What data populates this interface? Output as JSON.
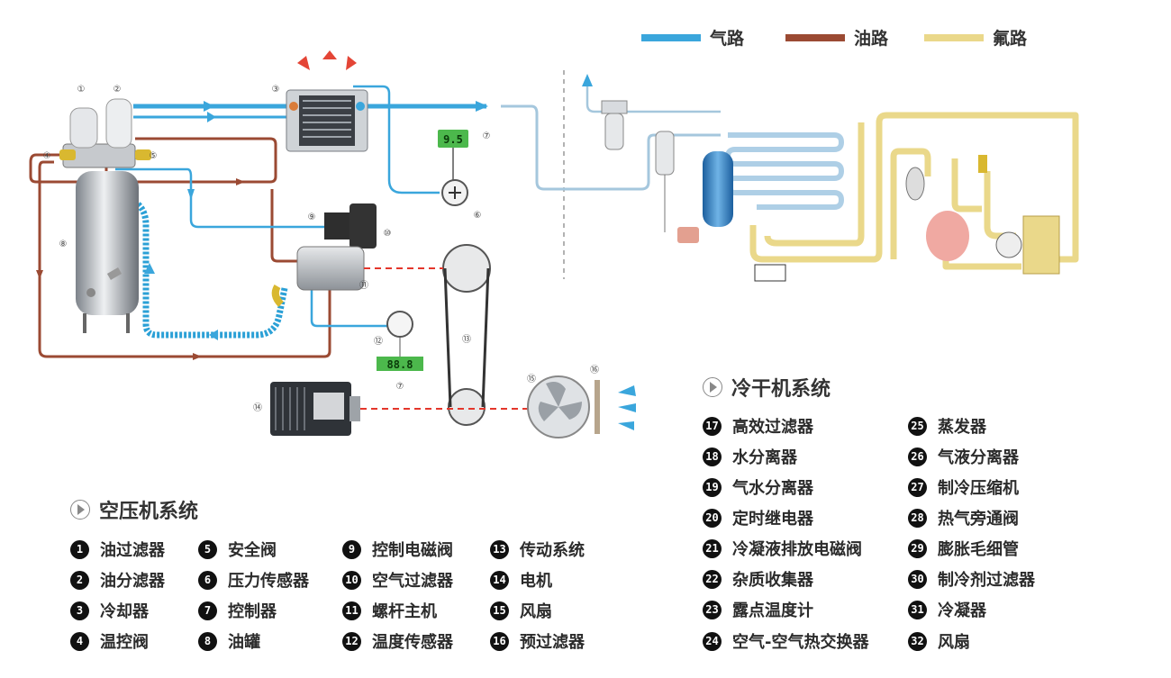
{
  "legend": [
    {
      "label": "气路",
      "color": "#3aa6dc"
    },
    {
      "label": "油路",
      "color": "#9b4a33"
    },
    {
      "label": "氟路",
      "color": "#ead88a"
    }
  ],
  "controller_display": "9.5",
  "temp_display": "88.8",
  "air_compressor": {
    "title": "空压机系统",
    "items": [
      {
        "n": "1",
        "label": "油过滤器"
      },
      {
        "n": "2",
        "label": "油分滤器"
      },
      {
        "n": "3",
        "label": "冷却器"
      },
      {
        "n": "4",
        "label": "温控阀"
      },
      {
        "n": "5",
        "label": "安全阀"
      },
      {
        "n": "6",
        "label": "压力传感器"
      },
      {
        "n": "7",
        "label": "控制器"
      },
      {
        "n": "8",
        "label": "油罐"
      },
      {
        "n": "9",
        "label": "控制电磁阀"
      },
      {
        "n": "10",
        "label": "空气过滤器"
      },
      {
        "n": "11",
        "label": "螺杆主机"
      },
      {
        "n": "12",
        "label": "温度传感器"
      },
      {
        "n": "13",
        "label": "传动系统"
      },
      {
        "n": "14",
        "label": "电机"
      },
      {
        "n": "15",
        "label": "风扇"
      },
      {
        "n": "16",
        "label": "预过滤器"
      }
    ]
  },
  "dryer": {
    "title": "冷干机系统",
    "items": [
      {
        "n": "17",
        "label": "高效过滤器"
      },
      {
        "n": "18",
        "label": "水分离器"
      },
      {
        "n": "19",
        "label": "气水分离器"
      },
      {
        "n": "20",
        "label": "定时继电器"
      },
      {
        "n": "21",
        "label": "冷凝液排放电磁阀"
      },
      {
        "n": "22",
        "label": "杂质收集器"
      },
      {
        "n": "23",
        "label": "露点温度计"
      },
      {
        "n": "24",
        "label": "空气-空气热交换器"
      },
      {
        "n": "25",
        "label": "蒸发器"
      },
      {
        "n": "26",
        "label": "气液分离器"
      },
      {
        "n": "27",
        "label": "制冷压缩机"
      },
      {
        "n": "28",
        "label": "热气旁通阀"
      },
      {
        "n": "29",
        "label": "膨胀毛细管"
      },
      {
        "n": "30",
        "label": "制冷剂过滤器"
      },
      {
        "n": "31",
        "label": "冷凝器"
      },
      {
        "n": "32",
        "label": "风扇"
      }
    ]
  }
}
